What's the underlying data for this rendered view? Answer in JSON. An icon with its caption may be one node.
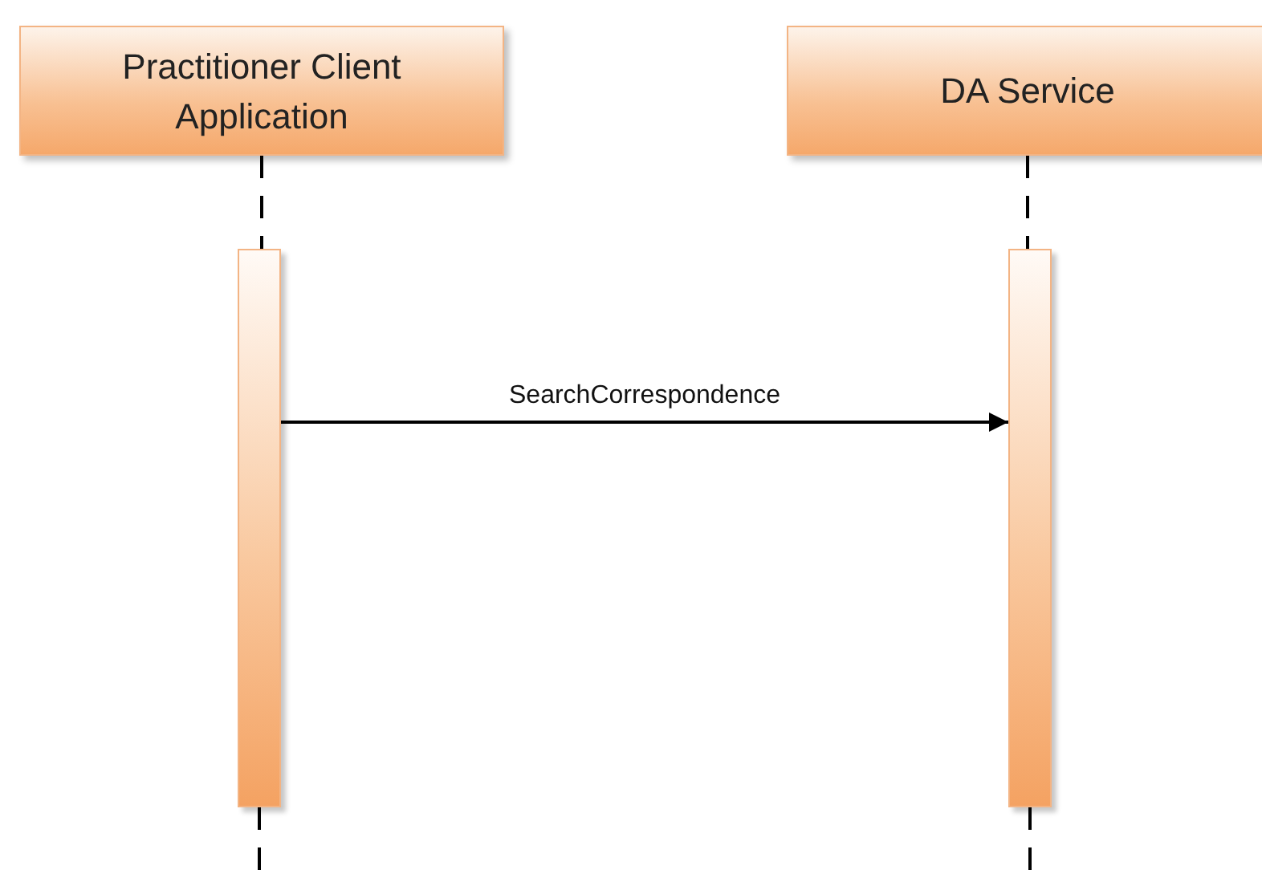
{
  "diagram": {
    "nodes": [
      {
        "text": [
          "Practitioner Client Application"
        ]
      },
      {
        "text": [
          "DA Service"
        ]
      },
      {
        "text": [],
        "shape": "bar"
      },
      {
        "text": [],
        "shape": "bar"
      }
    ],
    "edges": [
      {
        "from": 0,
        "to": 2,
        "arrow": "none",
        "style": "dashed"
      },
      {
        "from": 1,
        "to": 3,
        "arrow": "none",
        "style": "dashed"
      },
      {
        "from": 2,
        "to": null,
        "arrow": "none",
        "style": "dashed"
      },
      {
        "from": 3,
        "to": null,
        "arrow": "none",
        "style": "dashed"
      },
      {
        "from": 2,
        "to": 3,
        "arrow": "to",
        "label": "SearchCorrespondence"
      }
    ]
  }
}
